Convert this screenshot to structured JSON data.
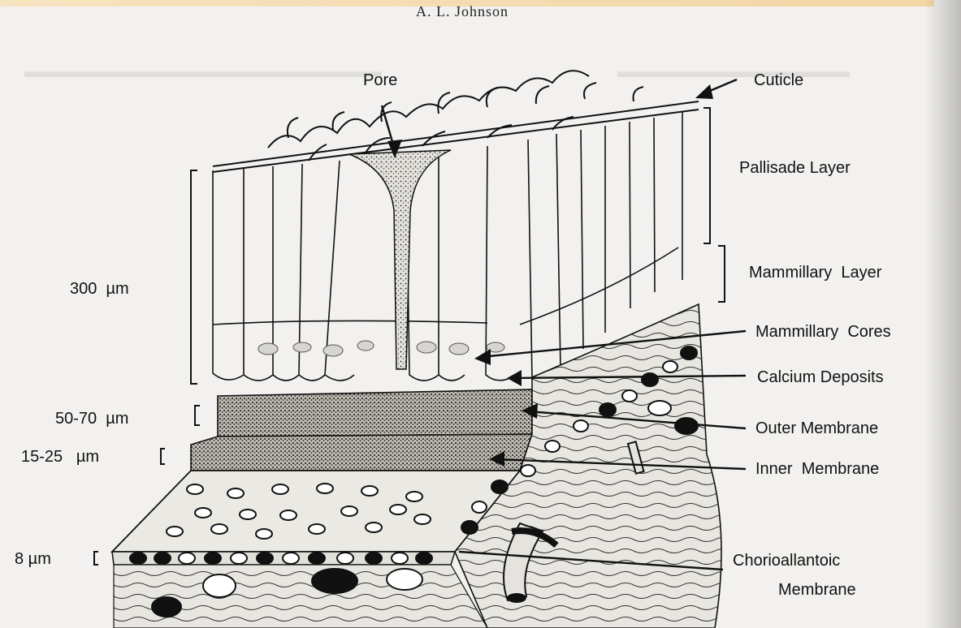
{
  "header": {
    "author": "A. L. Johnson"
  },
  "labels": {
    "pore": "Pore",
    "cuticle": "Cuticle",
    "pallisade_layer": "Pallisade Layer",
    "mammillary_layer": "Mammillary  Layer",
    "mammillary_cores": "Mammillary  Cores",
    "calcium_deposits": "Calcium Deposits",
    "outer_membrane": "Outer Membrane",
    "inner_membrane": "Inner  Membrane",
    "chorioallantoic_line1": "Chorioallantoic",
    "chorioallantoic_line2": "Membrane"
  },
  "measurements": {
    "m300": "300  µm",
    "m50_70": "50-70  µm",
    "m15_25": "15-25   µm",
    "m8": "8 µm"
  }
}
